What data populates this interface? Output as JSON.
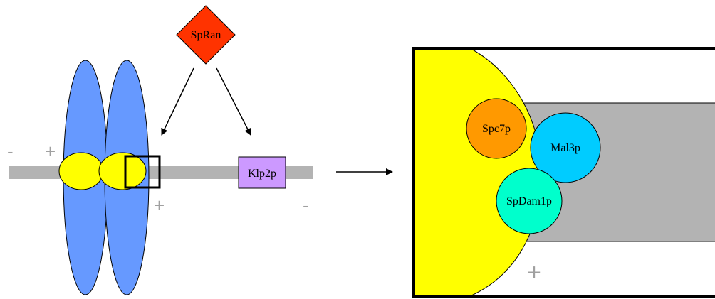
{
  "labels": {
    "spran": "SpRan",
    "klp2p": "Klp2p",
    "spc7p": "Spc7p",
    "mal3p": "Mal3p",
    "spdam1p": "SpDam1p"
  },
  "signs": {
    "left_minus": "-",
    "left_plus": "+",
    "kinetochore_plus": "+",
    "right_minus": "-",
    "zoom_plus": "+"
  },
  "colors": {
    "chromosome": "#6699ff",
    "kinetochore": "#ffff00",
    "microtubule": "#b3b3b3",
    "spran": "#ff3300",
    "klp2p": "#cc99ff",
    "spc7p": "#ff9900",
    "mal3p": "#00ccff",
    "spdam1p": "#00ffcc",
    "sign": "#a0a0a0"
  }
}
